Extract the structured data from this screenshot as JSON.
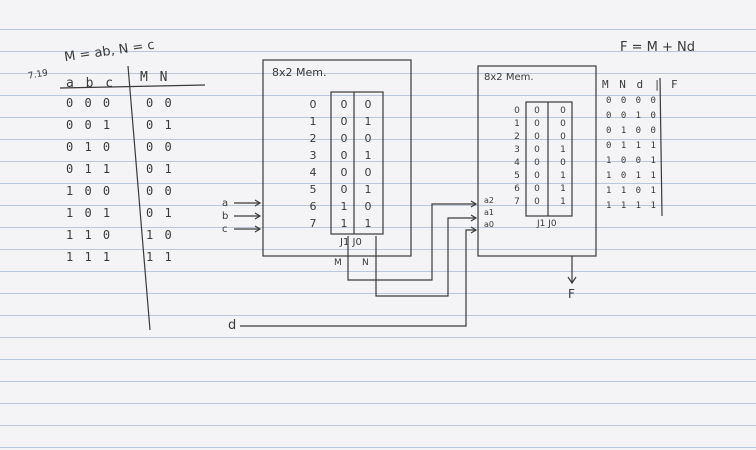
{
  "problem_tag": "7.19",
  "defs_text": "M = ab, N = c",
  "func_text": "F = M + Nd",
  "left_table": {
    "in_header": "a b c",
    "out_header": "M N",
    "in_rows": [
      "0 0 0",
      "0 0 1",
      "0 1 0",
      "0 1 1",
      "1 0 0",
      "1 0 1",
      "1 1 0",
      "1 1 1"
    ],
    "out_rows": [
      "0 0",
      "0 1",
      "0 0",
      "0 1",
      "0 0",
      "0 1",
      "1 0",
      "1 1"
    ]
  },
  "mem1": {
    "title": "8x2 Mem.",
    "addr": [
      "0",
      "1",
      "2",
      "3",
      "4",
      "5",
      "6",
      "7"
    ],
    "d1": [
      "0",
      "0",
      "0",
      "0",
      "0",
      "0",
      "1",
      "1"
    ],
    "d0": [
      "0",
      "1",
      "0",
      "1",
      "0",
      "1",
      "0",
      "1"
    ],
    "data_labels": "J1 J0",
    "out_labels": [
      "M",
      "N"
    ],
    "input_labels": [
      "a",
      "b",
      "c"
    ]
  },
  "mem2": {
    "title": "8x2 Mem.",
    "addr": [
      "0",
      "1",
      "2",
      "3",
      "4",
      "5",
      "6",
      "7"
    ],
    "d1": [
      "0",
      "0",
      "0",
      "0",
      "0",
      "0",
      "0",
      "0"
    ],
    "d0": [
      "0",
      "0",
      "0",
      "1",
      "0",
      "1",
      "1",
      "1"
    ],
    "data_labels": "J1 J0",
    "addr_labels": [
      "a2",
      "a1",
      "a0"
    ],
    "out_label": "F"
  },
  "d_label": "d",
  "right_table": {
    "header": "M N d | F",
    "rows": [
      "0 0 0   0",
      "0 0 1   0",
      "0 1 0   0",
      "0 1 1   1",
      "1 0 0   1",
      "1 0 1   1",
      "1 1 0   1",
      "1 1 1   1"
    ]
  }
}
